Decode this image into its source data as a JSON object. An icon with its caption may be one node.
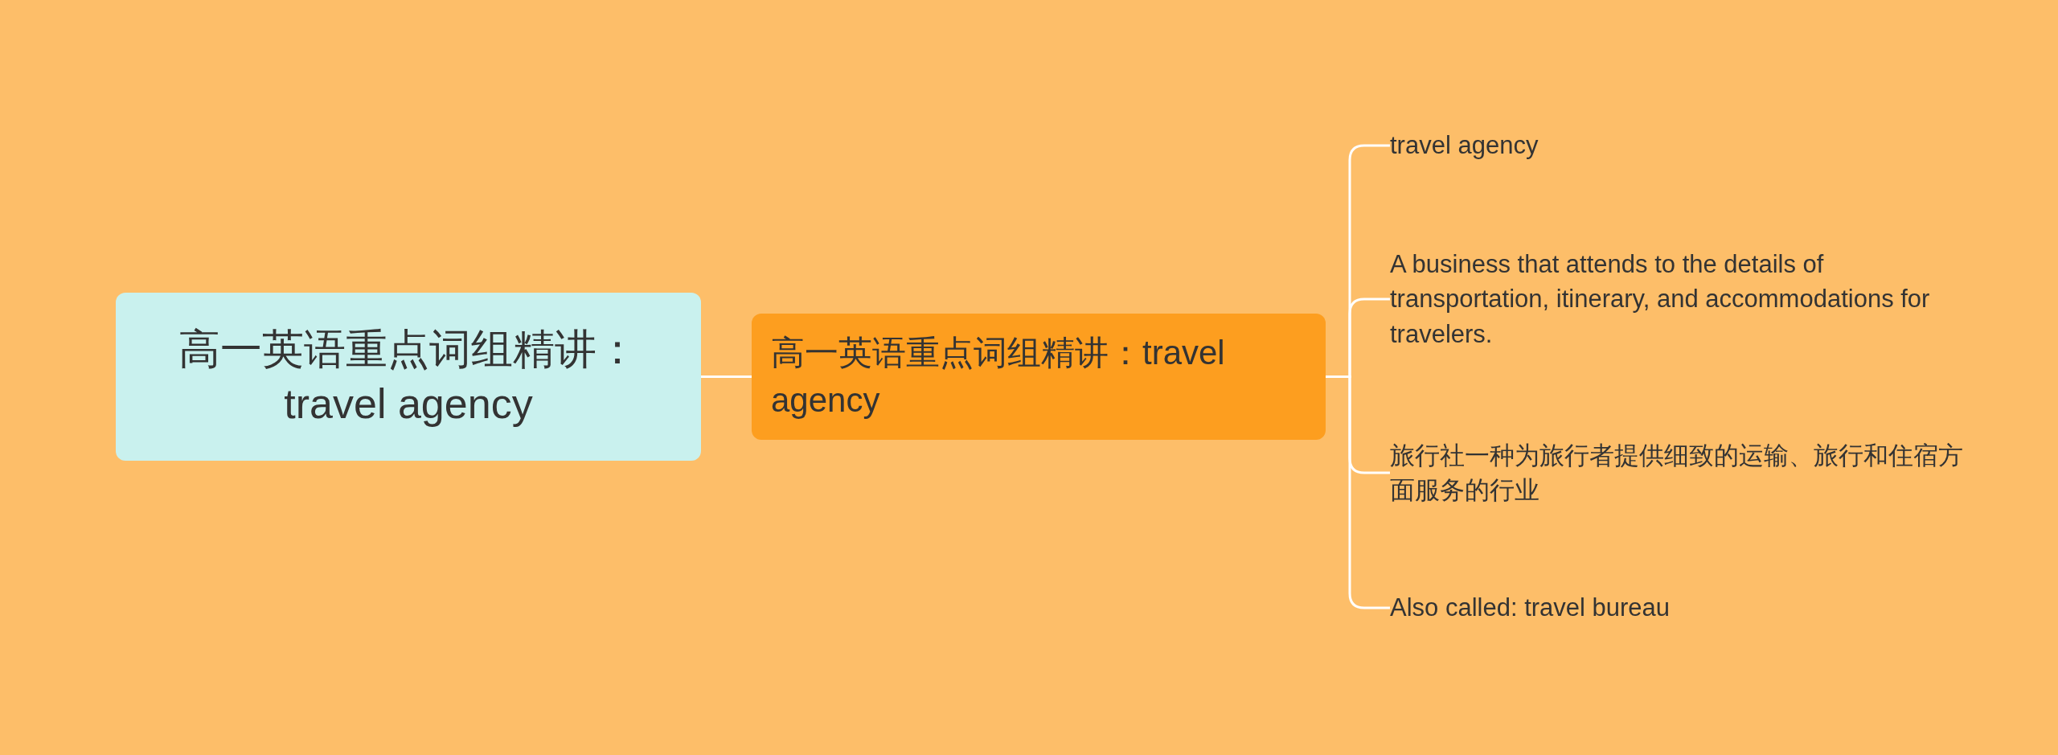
{
  "diagram": {
    "nodes": [
      {
        "text": [
          "高一英语重点词组精讲：travel agency"
        ]
      },
      {
        "text": [
          "高一英语重点词组精讲：travel agency"
        ]
      },
      {
        "text": [
          "travel agency"
        ]
      },
      {
        "text": [
          "A business that attends to the details of transportation, itinerary, and accommodations  for travelers."
        ]
      },
      {
        "text": [
          "旅行社一种为旅行者提供细致的运输、旅行和住宿方面服务的行业"
        ]
      },
      {
        "text": [
          "Also called: travel bureau"
        ]
      }
    ],
    "edges": [
      {
        "from": 0,
        "to": 1,
        "arrow": "none"
      },
      {
        "from": 1,
        "to": 2,
        "arrow": "none"
      },
      {
        "from": 1,
        "to": 3,
        "arrow": "none"
      },
      {
        "from": 1,
        "to": 4,
        "arrow": "none"
      },
      {
        "from": 1,
        "to": 5,
        "arrow": "none"
      }
    ]
  }
}
